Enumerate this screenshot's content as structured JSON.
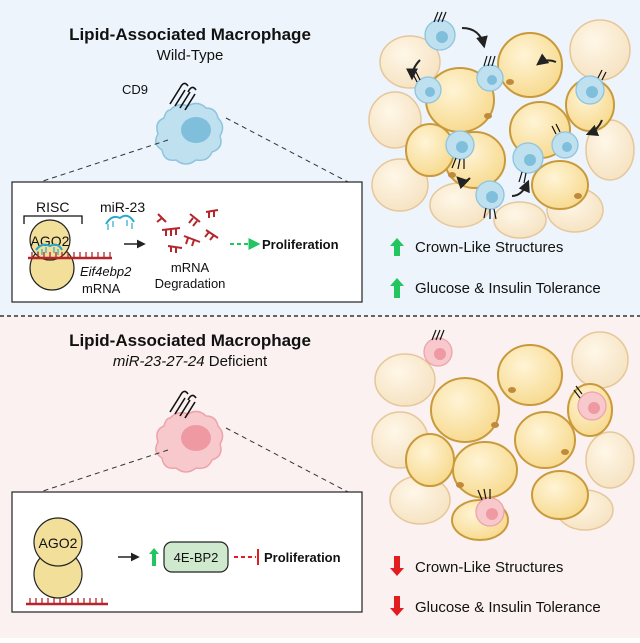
{
  "top_panel": {
    "title": "Lipid-Associated Macrophage",
    "subtitle": "Wild-Type",
    "cd9_label": "CD9",
    "inset": {
      "risc_label": "RISC",
      "mirna_label": "miR-23",
      "ago2_label": "AGO2",
      "gene_label": "Eif4ebp2",
      "gene_sub_label": "mRNA",
      "degradation_line1": "mRNA",
      "degradation_line2": "Degradation",
      "outcome_label": "Proliferation"
    },
    "effects": [
      {
        "text": "Crown-Like Structures",
        "direction": "up"
      },
      {
        "text": "Glucose & Insulin Tolerance",
        "direction": "up"
      }
    ]
  },
  "bottom_panel": {
    "title": "Lipid-Associated Macrophage",
    "subtitle_gene": "miR-23-27-24",
    "subtitle_rest": " Deficient",
    "inset": {
      "ago2_label": "AGO2",
      "protein_label": "4E-BP2",
      "outcome_label": "Proliferation"
    },
    "effects": [
      {
        "text": "Crown-Like Structures",
        "direction": "down"
      },
      {
        "text": "Glucose & Insulin Tolerance",
        "direction": "down"
      }
    ]
  },
  "colors": {
    "top_bg": "#eef4fb",
    "bottom_bg": "#fcf1f1",
    "macrophage_blue": "#bfe0ef",
    "macrophage_blue_nucleus": "#7fbfdc",
    "macrophage_pink": "#f7c8cc",
    "macrophage_pink_nucleus": "#ef9aa3",
    "adipocyte_fill": "#fbe3a9",
    "adipocyte_stroke": "#c99a3c",
    "up_arrow": "#22c55e",
    "down_arrow": "#e11d21",
    "mrna_red": "#b3262c",
    "ago2_yellow": "#f2df9a",
    "protein_green": "#cfe9cf"
  }
}
